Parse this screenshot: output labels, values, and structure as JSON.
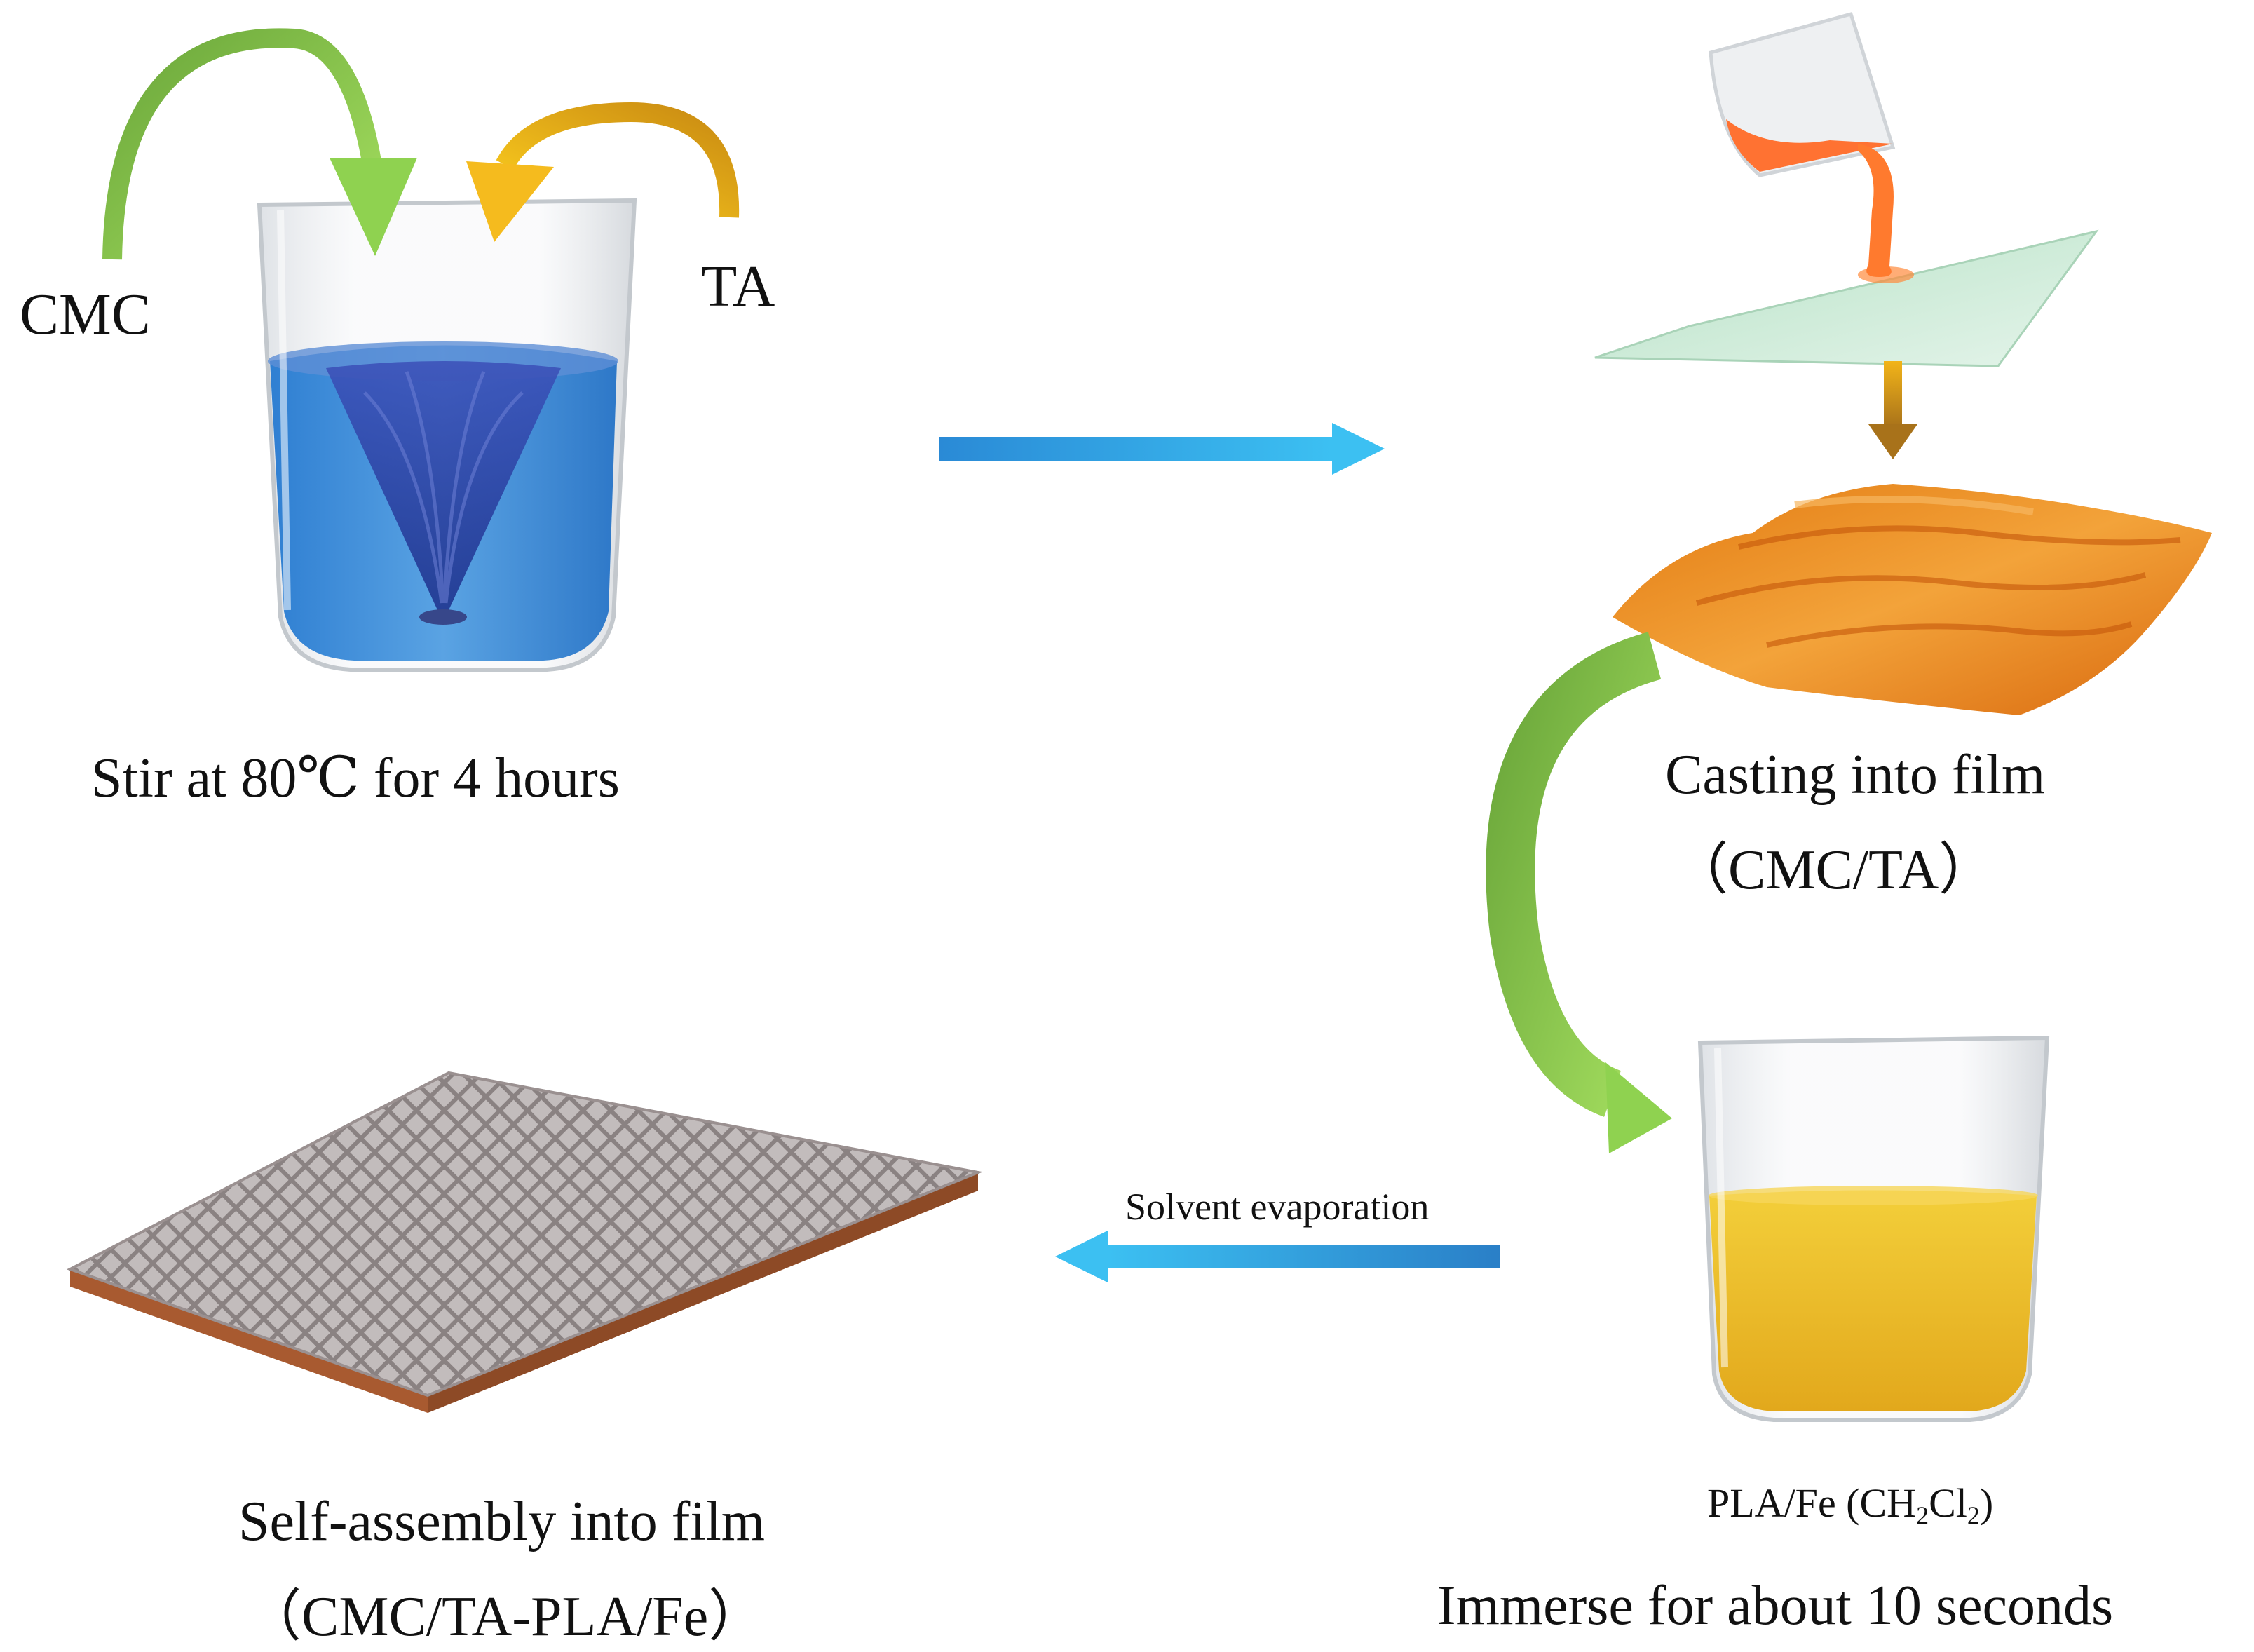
{
  "reagents": {
    "left": "CMC",
    "right": "TA"
  },
  "steps": {
    "stir": {
      "caption": "Stir at 80℃ for 4 hours"
    },
    "casting": {
      "caption": "Casting into film",
      "sub": "（CMC/TA）"
    },
    "immerse": {
      "solution_prefix": "PLA/Fe (CH",
      "sub1": "2",
      "mid": "Cl",
      "sub2": "2",
      "suffix": ")",
      "caption": "Immerse for about 10 seconds"
    },
    "evaporation": {
      "label": "Solvent evaporation"
    },
    "selfassembly": {
      "caption": "Self-assembly into film",
      "sub": "（CMC/TA-PLA/Fe）"
    }
  },
  "colors": {
    "blue_liquid": "#3f8fd8",
    "blue_arrow": "#1e9ae0",
    "green_arrow": "#8cc63f",
    "yellow_arrow": "#e7a81b",
    "orange_film": "#e8861e",
    "orange_pour": "#ff7a2e",
    "amber_liquid": "#f0c22a",
    "brown_base": "#b1643a",
    "glass_plate": "#c9ead7"
  }
}
